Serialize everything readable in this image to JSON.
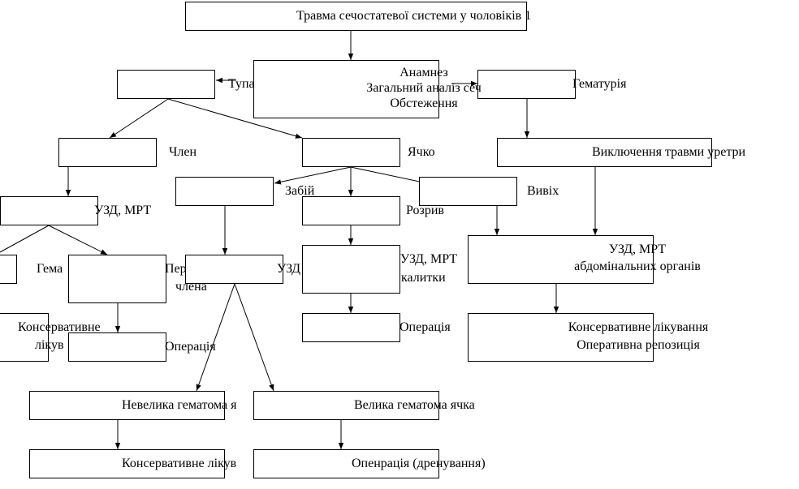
{
  "diagram": {
    "title": "Травма сечостатевої системи у чоловіків 1",
    "anamnesis": {
      "line1": "Анамнез",
      "line2": "Загальний аналіз сеч",
      "line3": "Обстеження"
    },
    "blunt": "Тупа",
    "hematuria": "Гематурія",
    "penis": "Член",
    "testicle": "Ячко",
    "exclude_urethra": "Виключення травми уретри",
    "usd_mri_left": "УЗД, МРТ",
    "contusion": "Забій",
    "dislocation": "Вивіх",
    "rupture": "Розрив",
    "hematoma_clip": "Гема",
    "fracture": {
      "line1": "Пер",
      "line2": "члена"
    },
    "usd_clip": "УЗД",
    "usd_scrotum": {
      "line1": "УЗД, МРТ",
      "line2": "калитки"
    },
    "usd_abdominal": {
      "line1": "УЗД, МРТ",
      "line2": "абдомінальних органів"
    },
    "conservative_clip": {
      "line1": "Консервативне",
      "line2": "лікув"
    },
    "operation_left": "Операція",
    "operation_mid": "Операція",
    "conservative_reposition": {
      "line1": "Консервативне лікування",
      "line2": "Оперативна репозиція"
    },
    "small_hematoma": "Невелика гематома я",
    "large_hematoma": "Велика гематома ячка",
    "conservative_bottom": "Консервативне лікув",
    "drainage": "Опенрація (дренування)"
  }
}
